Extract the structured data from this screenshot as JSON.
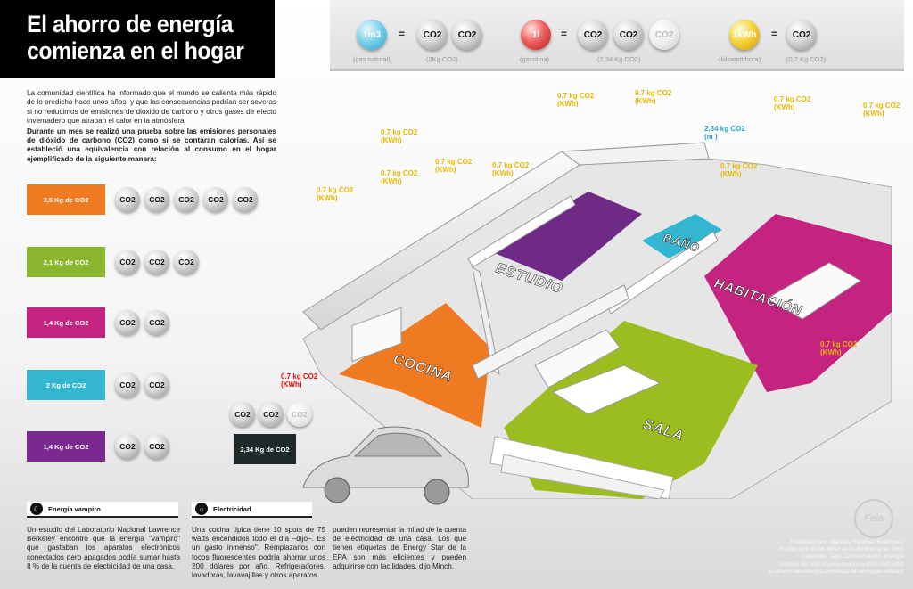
{
  "title": {
    "line1": "El ahorro de energía",
    "line2": "comienza en el hogar"
  },
  "intro": {
    "p1": "La comunidad científica ha informado que el mundo se calienta más rápido de lo predicho hace unos años, y que las consecuencias podrían ser severas si no reducimos de emisiones de dióxido de carbono y otros gases de efecto invernadero que atrapan el calor en la atmósfera.",
    "p2": "Durante un mes se realizó una prueba sobre las emisiones personales de dióxido de carbono (CO2) como si se contaran calorías. Así se estableció una equivalencia con relación al consumo en el hogar ejemplificado de la siguiente manera:"
  },
  "equivalences": {
    "equals": "=",
    "co2": "CO2",
    "gas": {
      "unit": "1m3",
      "caption_left": "(gas natutal)",
      "caption_right": "(2Kg CO2)"
    },
    "fuel": {
      "unit": "1l",
      "caption_left": "(gasolina)",
      "caption_right": "(2,34 Kg CO2)"
    },
    "power": {
      "unit": "1kWh",
      "caption_left": "(kilowatt/hora)",
      "caption_right": "(0,7 Kg CO2)"
    }
  },
  "legend": [
    {
      "label": "3,5 Kg de CO2",
      "color": "#f07a22",
      "count": 5
    },
    {
      "label": "2,1 Kg de CO2",
      "color": "#8ab52c",
      "count": 3
    },
    {
      "label": "1,4 Kg de CO2",
      "color": "#c4237f",
      "count": 2
    },
    {
      "label": "2 Kg de CO2",
      "color": "#33b6cf",
      "count": 2
    },
    {
      "label": "1,4 Kg de CO2",
      "color": "#7a2a8e",
      "count": 2
    }
  ],
  "car": {
    "label": "2,34 Kg de CO2"
  },
  "rooms": {
    "studio": "ESTUDIO",
    "bath": "BAÑO",
    "bedroom": "HABITACIÓN",
    "kitchen": "COCINA",
    "living": "SALA"
  },
  "notes": {
    "kwh_value": "0.7 kg CO2",
    "kwh_unit": "(KWh)",
    "gas_value": "2,34 kg CO2",
    "gas_unit": "(m )",
    "car_value": "0.7 kg CO2",
    "car_unit": "(KWh)"
  },
  "vampire": {
    "heading": "Energía vampiro",
    "text": "Un estudio del Laboratorio Nacional Lawrence Berkeley encontró que la energía \"vampiro\" que gastaban los aparatos electrónicos conectados pero apagados podía sumar hasta 8 % de la cuenta de electricidad de una casa."
  },
  "electricity": {
    "heading": "Electricidad",
    "col1": "Una cocina típica tiene 10 spots de 75 watts encendidos todo el día –dijo–. Es un gasto inmenso\". Remplazarlos con focos fluorescentes podría ahorrar unos 200 dólares por año. Refrigeradores, lavadoras, lavavajillas y otros aparatos",
    "col2": "pueden representar la mitad de la cuenta de electricidad de una casa. Los que tienen etiquetas de Energy Star de la EPA son más eficientes y pueden adquirirse con facilidades, dijo Minch."
  },
  "credits": {
    "line1": "Realizado por: Marcela Sánchez Rodríguez",
    "line2": "Escrito por: Peter Miller el 01 de Marzo de 2009",
    "line3": "Etiquetas: Tags: Conservación, energía",
    "line4": "Tomado de: http://ngenespanol.com/2009/03/01/",
    "line5": "el-ahorro-de-energia-comienza-en-el-hogar-articulo/"
  },
  "seal": {
    "text": "Fela"
  },
  "colors": {
    "kitchen": "#f07a22",
    "living": "#9bbd1f",
    "studio": "#6f2a86",
    "bedroom": "#c4237f",
    "bath": "#33b6cf",
    "note_yellow": "#e8b800",
    "note_blue": "#28a8c8",
    "note_red": "#d11111"
  }
}
